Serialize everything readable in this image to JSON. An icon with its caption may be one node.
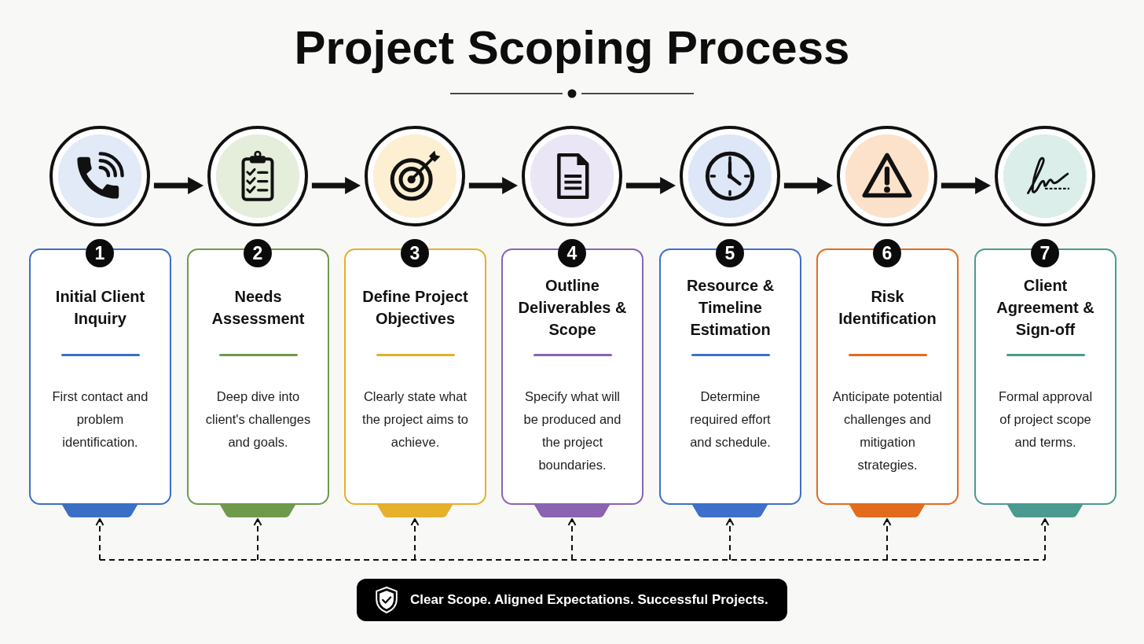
{
  "diagram": {
    "title": "Project Scoping Process",
    "nodes": [
      {
        "text": [],
        "shape": "circle"
      },
      {
        "text": [],
        "shape": "circle"
      },
      {
        "text": [],
        "shape": "circle"
      },
      {
        "text": [],
        "shape": "circle"
      },
      {
        "text": [],
        "shape": "circle"
      },
      {
        "text": [],
        "shape": "circle"
      },
      {
        "text": [],
        "shape": "circle"
      },
      {
        "text": [
          "1"
        ]
      },
      {
        "text": [
          "2"
        ]
      },
      {
        "text": [
          "3"
        ]
      },
      {
        "text": [
          "4"
        ]
      },
      {
        "text": [
          "5"
        ]
      },
      {
        "text": [
          "6"
        ]
      },
      {
        "text": [
          "7"
        ]
      },
      {
        "text": [
          "Initial Client Inquiry",
          "First contact and problem identification."
        ]
      },
      {
        "text": [
          "Needs Assessment",
          "Deep dive into client's challenges and goals."
        ]
      },
      {
        "text": [
          "Define Project Objectives",
          "Clearly state what the project aims to achieve."
        ]
      },
      {
        "text": [
          "Outline Deliverables & Scope",
          "Specify what will be produced and the project boundaries."
        ]
      },
      {
        "text": [
          "Resource & Timeline Estimation",
          "Determine required effort and schedule."
        ]
      },
      {
        "text": [
          "Risk Identification",
          "Anticipate potential challenges and mitigation strategies."
        ]
      },
      {
        "text": [
          "Client Agreement & Sign-off",
          "Formal approval of project scope and terms."
        ]
      },
      {
        "text": [],
        "shape": "bar"
      },
      {
        "text": [],
        "shape": "bar"
      },
      {
        "text": [],
        "shape": "bar"
      },
      {
        "text": [],
        "shape": "bar"
      },
      {
        "text": [],
        "shape": "bar"
      },
      {
        "text": [],
        "shape": "bar"
      },
      {
        "text": [],
        "shape": "bar"
      },
      {
        "text": [
          "Clear Scope. Aligned Expectations. Successful Projects."
        ]
      }
    ],
    "edges": [
      {
        "from": 0,
        "to": 1,
        "arrow": "to"
      },
      {
        "from": 1,
        "to": 2,
        "arrow": "to"
      },
      {
        "from": 2,
        "to": 3,
        "arrow": "to"
      },
      {
        "from": 3,
        "to": 4,
        "arrow": "to"
      },
      {
        "from": 4,
        "to": 5,
        "arrow": "to"
      },
      {
        "from": 5,
        "to": 6,
        "arrow": "to"
      },
      {
        "from": null,
        "to": 21,
        "arrow": "to",
        "style": "dashed"
      },
      {
        "from": null,
        "to": 22,
        "arrow": "to",
        "style": "dashed"
      },
      {
        "from": null,
        "to": 23,
        "arrow": "to",
        "style": "dashed"
      },
      {
        "from": null,
        "to": 24,
        "arrow": "to",
        "style": "dashed"
      },
      {
        "from": null,
        "to": 25,
        "arrow": "to",
        "style": "dashed"
      },
      {
        "from": null,
        "to": 26,
        "arrow": "to",
        "style": "dashed"
      },
      {
        "from": null,
        "to": 27,
        "arrow": "to",
        "style": "dashed"
      }
    ]
  }
}
